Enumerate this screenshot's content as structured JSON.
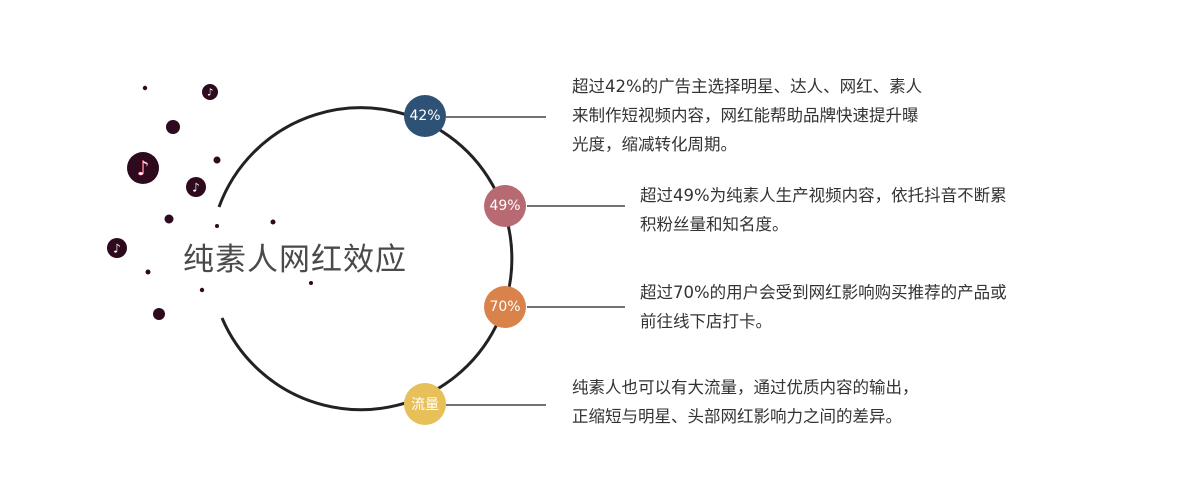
{
  "title": "纯素人网红效应",
  "colors": {
    "dot": "#2e0a1f",
    "ring": "#222222",
    "b1": "#2d5276",
    "b2": "#b76a72",
    "b3": "#d9834a",
    "b4": "#e8c05a"
  },
  "icons": [
    "tiktok-icon"
  ],
  "items": [
    {
      "badge": "42%",
      "lines": [
        "超过42%的广告主选择明星、达人、网红、素人",
        "来制作短视频内容，网红能帮助品牌快速提升曝",
        "光度，缩减转化周期。"
      ]
    },
    {
      "badge": "49%",
      "lines": [
        "超过49%为纯素人生产视频内容，依托抖音不断累",
        "积粉丝量和知名度。"
      ]
    },
    {
      "badge": "70%",
      "lines": [
        "超过70%的用户会受到网红影响购买推荐的产品或",
        "前往线下店打卡。"
      ]
    },
    {
      "badge": "流量",
      "lines": [
        "纯素人也可以有大流量，通过优质内容的输出，",
        "正缩短与明星、头部网红影响力之间的差异。"
      ]
    }
  ]
}
